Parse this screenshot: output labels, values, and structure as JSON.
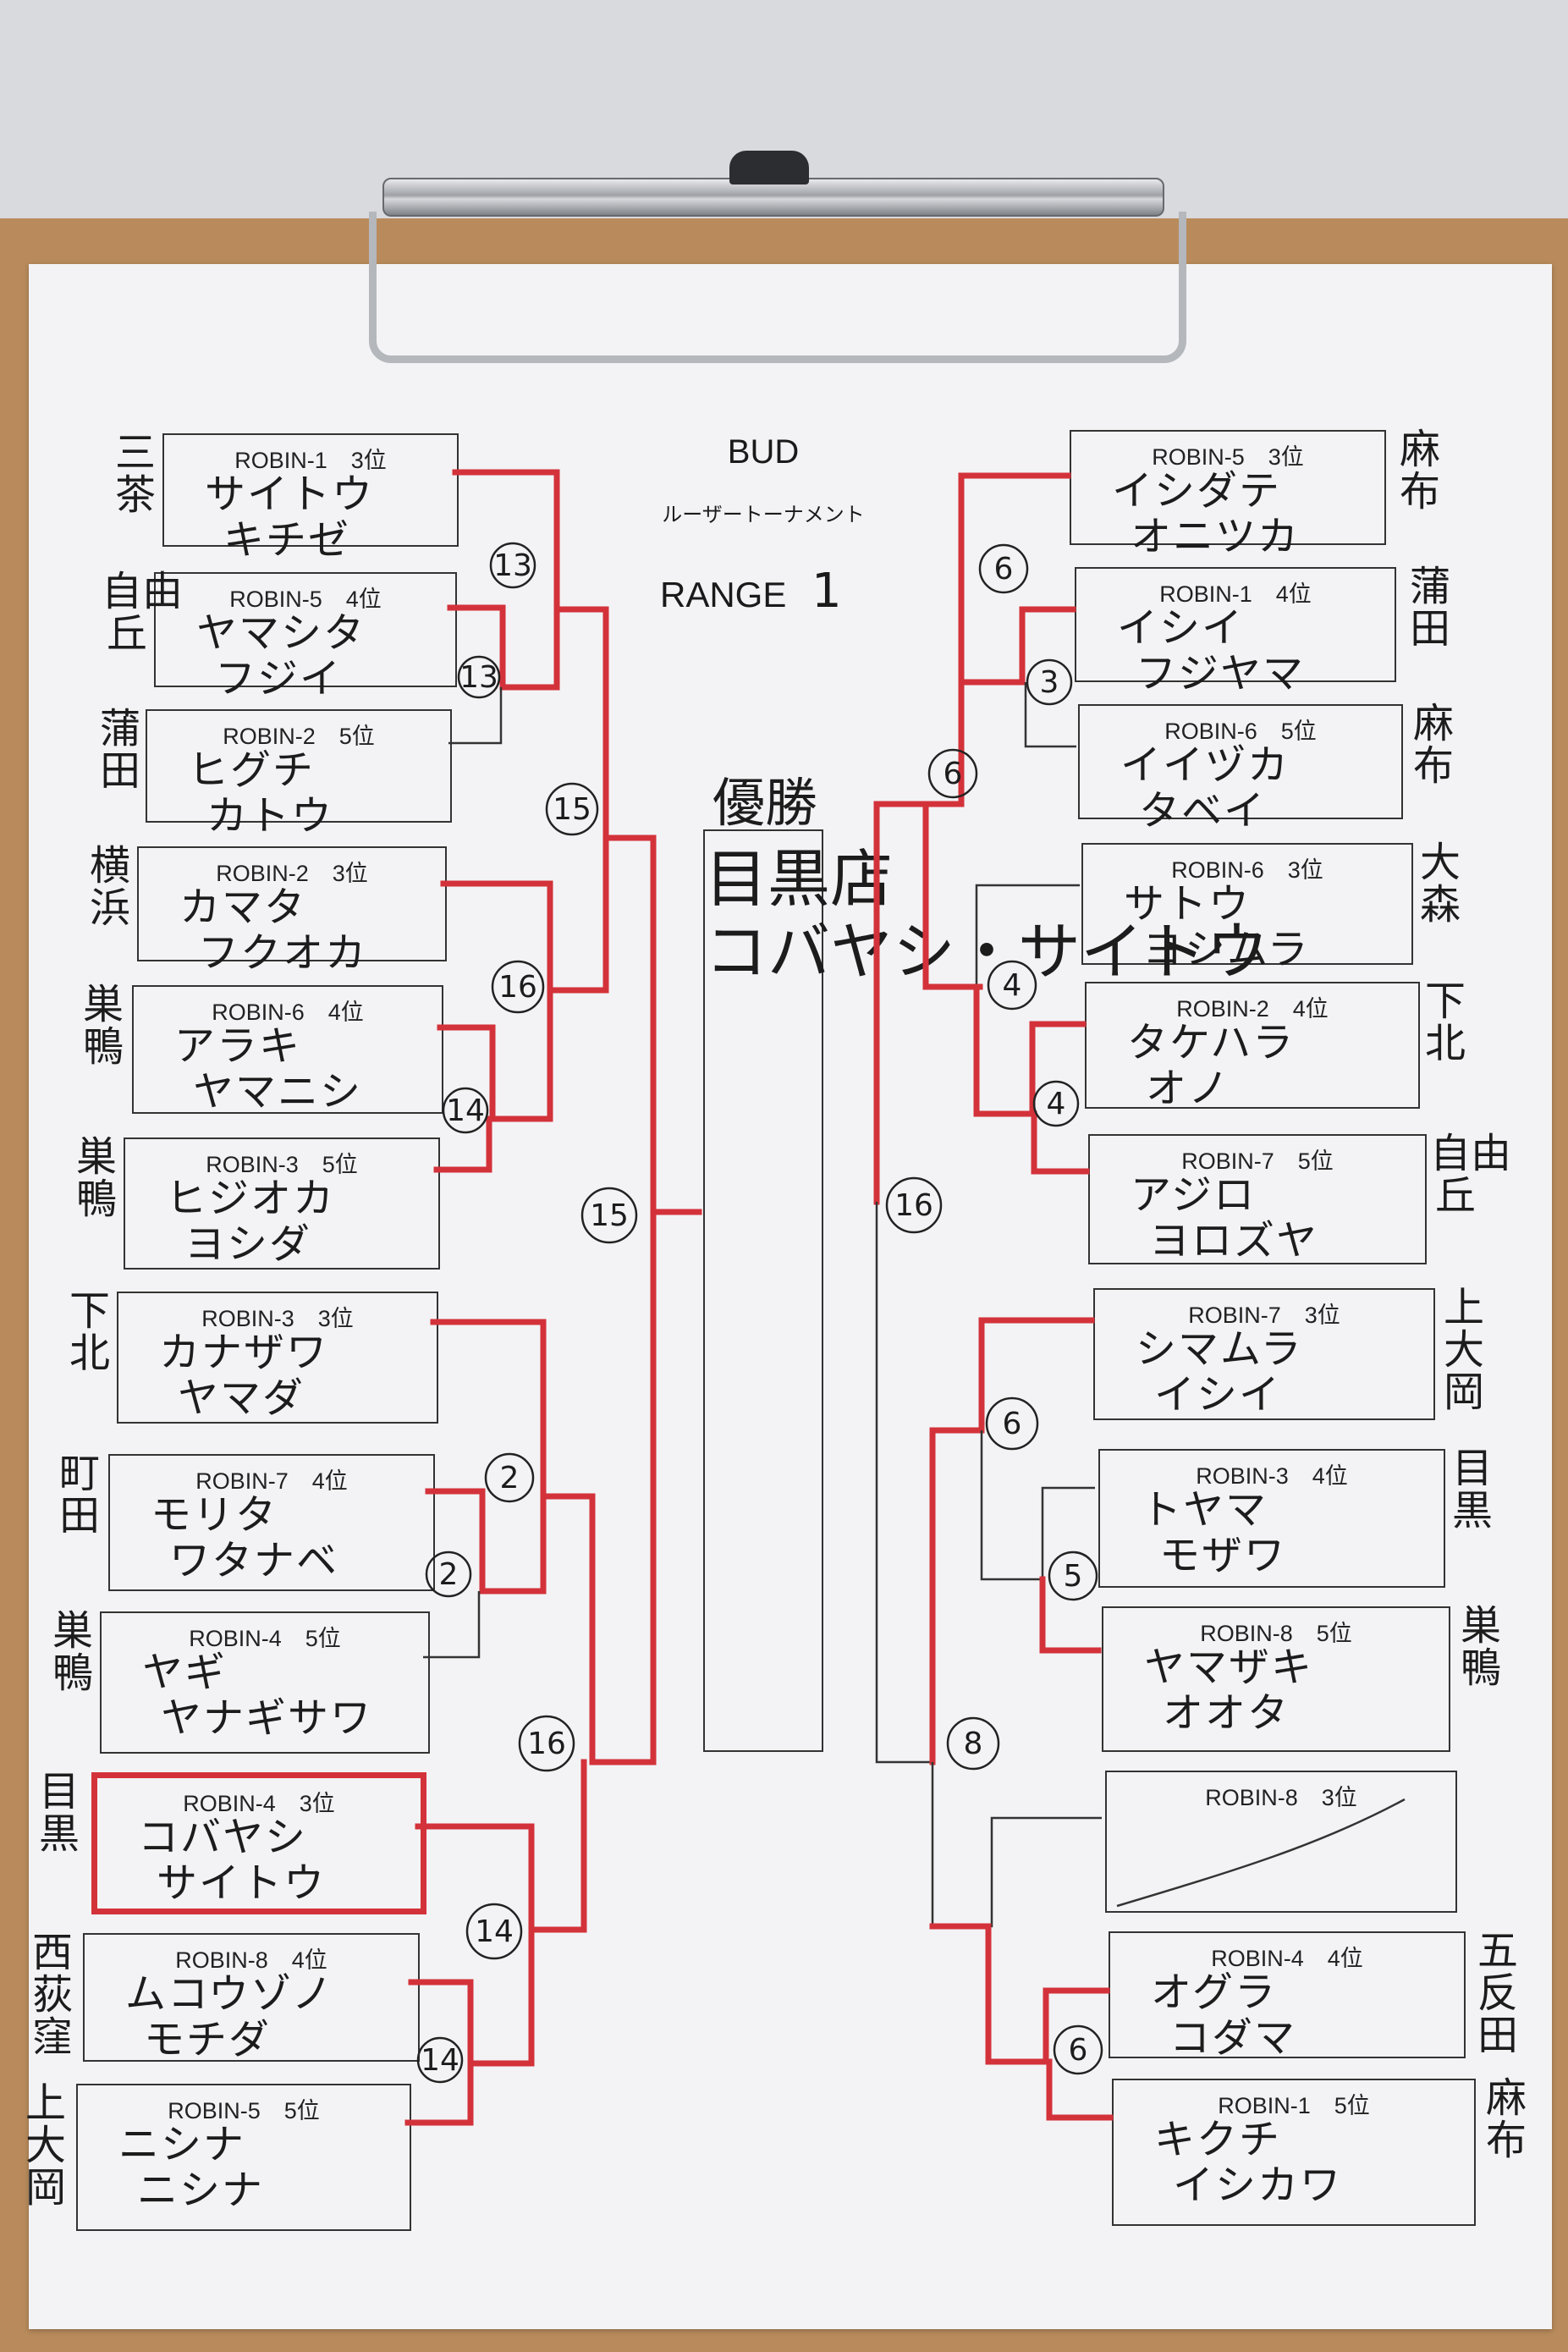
{
  "header": {
    "title": "BUD",
    "subtitle": "ルーザートーナメント",
    "range_label": "RANGE",
    "range_number": "1"
  },
  "champion": {
    "label": "優勝",
    "name": "目黒店\nコバヤシ・サイトウ"
  },
  "left_entries": [
    {
      "team": "ROBIN-1",
      "rank": "3位",
      "venue": "三\n茶",
      "player1": "サイトウ",
      "player2": "キチゼ"
    },
    {
      "team": "ROBIN-5",
      "rank": "4位",
      "venue": "自由\n丘",
      "player1": "ヤマシタ",
      "player2": "フジイ"
    },
    {
      "team": "ROBIN-2",
      "rank": "5位",
      "venue": "蒲\n田",
      "player1": "ヒグチ",
      "player2": "カトウ"
    },
    {
      "team": "ROBIN-2",
      "rank": "3位",
      "venue": "横\n浜",
      "player1": "カマタ",
      "player2": "フクオカ"
    },
    {
      "team": "ROBIN-6",
      "rank": "4位",
      "venue": "巣\n鴨",
      "player1": "アラキ",
      "player2": "ヤマニシ"
    },
    {
      "team": "ROBIN-3",
      "rank": "5位",
      "venue": "巣\n鴨",
      "player1": "ヒジオカ",
      "player2": "ヨシダ"
    },
    {
      "team": "ROBIN-3",
      "rank": "3位",
      "venue": "下\n北",
      "player1": "カナザワ",
      "player2": "ヤマダ"
    },
    {
      "team": "ROBIN-7",
      "rank": "4位",
      "venue": "町\n田",
      "player1": "モリタ",
      "player2": "ワタナベ"
    },
    {
      "team": "ROBIN-4",
      "rank": "5位",
      "venue": "巣\n鴨",
      "player1": "ヤギ",
      "player2": "ヤナギサワ"
    },
    {
      "team": "ROBIN-4",
      "rank": "3位",
      "venue": "目\n黒",
      "player1": "コバヤシ",
      "player2": "サイトウ",
      "winner": true
    },
    {
      "team": "ROBIN-8",
      "rank": "4位",
      "venue": "西\n荻\n窪",
      "player1": "ムコウゾノ",
      "player2": "モチダ"
    },
    {
      "team": "ROBIN-5",
      "rank": "5位",
      "venue": "上\n大\n岡",
      "player1": "ニシナ",
      "player2": "ニシナ"
    }
  ],
  "right_entries": [
    {
      "team": "ROBIN-5",
      "rank": "3位",
      "venue": "麻\n布",
      "player1": "イシダテ",
      "player2": "オニツカ"
    },
    {
      "team": "ROBIN-1",
      "rank": "4位",
      "venue": "蒲\n田",
      "player1": "イシイ",
      "player2": "フジヤマ"
    },
    {
      "team": "ROBIN-6",
      "rank": "5位",
      "venue": "麻\n布",
      "player1": "イイヅカ",
      "player2": "タベイ"
    },
    {
      "team": "ROBIN-6",
      "rank": "3位",
      "venue": "大\n森",
      "player1": "サトウ",
      "player2": "ヨシムラ"
    },
    {
      "team": "ROBIN-2",
      "rank": "4位",
      "venue": "下\n北",
      "player1": "タケハラ",
      "player2": "オノ"
    },
    {
      "team": "ROBIN-7",
      "rank": "5位",
      "venue": "自由\n丘",
      "player1": "アジロ",
      "player2": "ヨロズヤ"
    },
    {
      "team": "ROBIN-7",
      "rank": "3位",
      "venue": "上\n大\n岡",
      "player1": "シマムラ",
      "player2": "イシイ"
    },
    {
      "team": "ROBIN-3",
      "rank": "4位",
      "venue": "目\n黒",
      "player1": "トヤマ",
      "player2": "モザワ"
    },
    {
      "team": "ROBIN-8",
      "rank": "5位",
      "venue": "巣\n鴨",
      "player1": "ヤマザキ",
      "player2": "オオタ"
    },
    {
      "team": "ROBIN-8",
      "rank": "3位",
      "venue": "",
      "player1": "",
      "player2": ""
    },
    {
      "team": "ROBIN-4",
      "rank": "4位",
      "venue": "五\n反\n田",
      "player1": "オグラ",
      "player2": "コダマ"
    },
    {
      "team": "ROBIN-1",
      "rank": "5位",
      "venue": "麻\n布",
      "player1": "キクチ",
      "player2": "イシカワ"
    }
  ],
  "round_marks": [
    {
      "value": "13"
    },
    {
      "value": "13"
    },
    {
      "value": "15"
    },
    {
      "value": "16"
    },
    {
      "value": "14"
    },
    {
      "value": "15"
    },
    {
      "value": "2"
    },
    {
      "value": "2"
    },
    {
      "value": "16"
    },
    {
      "value": "14"
    },
    {
      "value": "14"
    },
    {
      "value": "6"
    },
    {
      "value": "3"
    },
    {
      "value": "6"
    },
    {
      "value": "4"
    },
    {
      "value": "4"
    },
    {
      "value": "16"
    },
    {
      "value": "6"
    },
    {
      "value": "5"
    },
    {
      "value": "8"
    },
    {
      "value": "6"
    }
  ],
  "colors": {
    "marker_red": "#d3323a",
    "paper": "#f3f3f5",
    "clipboard": "#b98b5c"
  }
}
